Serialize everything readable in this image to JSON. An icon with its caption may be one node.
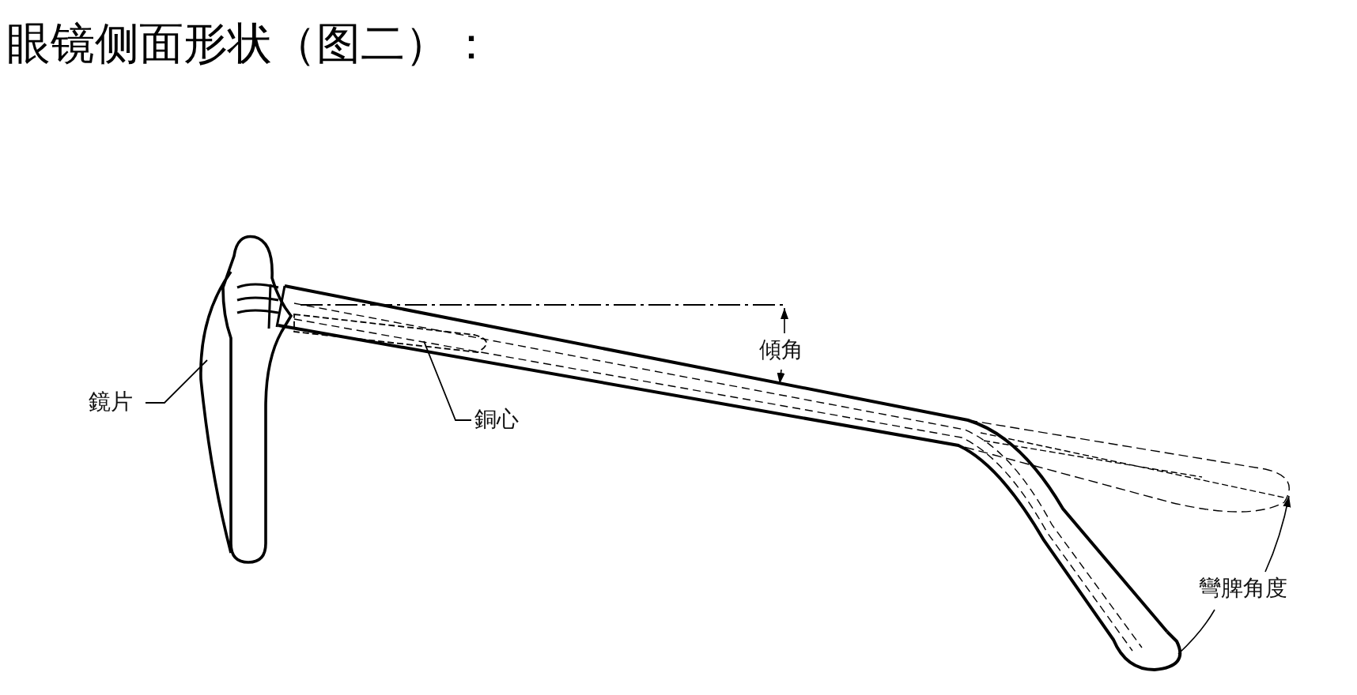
{
  "diagram": {
    "title": "眼镜侧面形状（图二）：",
    "nodes": [
      {
        "text": [
          "鏡片"
        ]
      },
      {
        "text": [],
        "shape": "picture"
      },
      {
        "text": [
          "銅心"
        ]
      },
      {
        "text": [],
        "shape": "picture"
      }
    ],
    "edges": [
      {
        "from": 0,
        "to": 1,
        "arrow": "none"
      },
      {
        "from": 2,
        "to": 3,
        "arrow": "none"
      }
    ],
    "labels": [
      "傾角",
      "彎脾角度"
    ]
  }
}
